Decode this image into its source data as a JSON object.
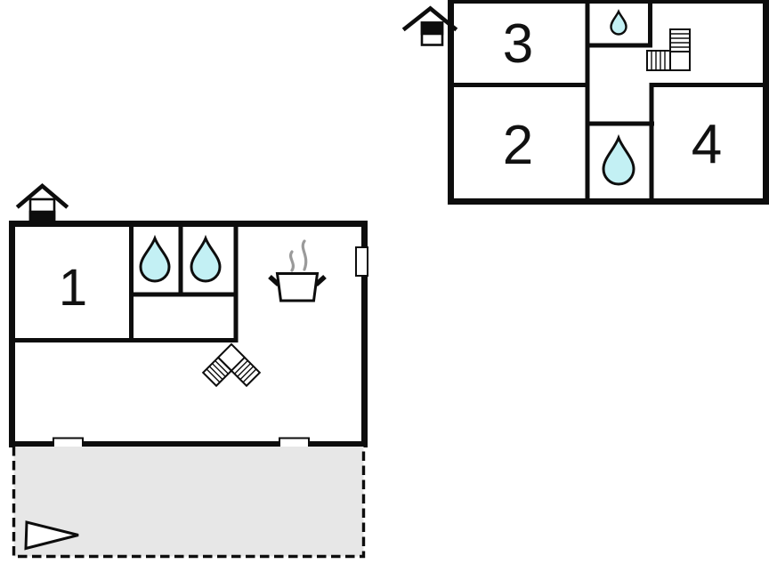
{
  "colors": {
    "wall": "#0d0d0d",
    "water": "#c3f0f4",
    "terrace": "#e7e7e7",
    "steam": "#9a9a9a",
    "paper": "#ffffff"
  },
  "upper_floor": {
    "rooms": [
      {
        "label": "3"
      },
      {
        "label": "2"
      },
      {
        "label": "4"
      }
    ]
  },
  "ground_floor": {
    "rooms": [
      {
        "label": "1"
      }
    ]
  }
}
